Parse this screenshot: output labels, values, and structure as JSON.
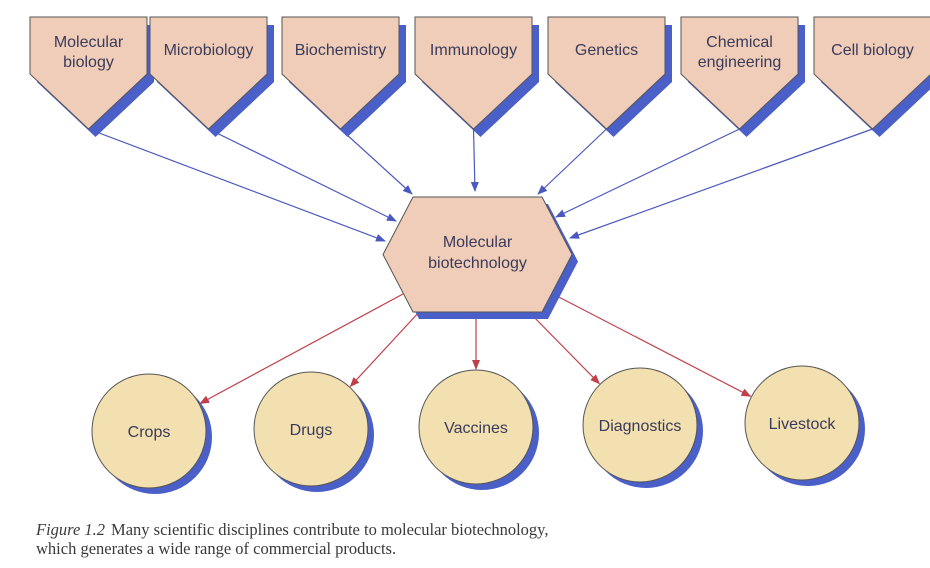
{
  "disciplines": [
    {
      "lines": [
        "Molecular",
        "biology"
      ]
    },
    {
      "lines": [
        "Microbiology"
      ]
    },
    {
      "lines": [
        "Biochemistry"
      ]
    },
    {
      "lines": [
        "Immunology"
      ]
    },
    {
      "lines": [
        "Genetics"
      ]
    },
    {
      "lines": [
        "Chemical",
        "engineering"
      ]
    },
    {
      "lines": [
        "Cell biology"
      ]
    }
  ],
  "center": {
    "lines": [
      "Molecular",
      "biotechnology"
    ]
  },
  "products": [
    {
      "label": "Crops"
    },
    {
      "label": "Drugs"
    },
    {
      "label": "Vaccines"
    },
    {
      "label": "Diagnostics"
    },
    {
      "label": "Livestock"
    }
  ],
  "caption": {
    "label": "Figure 1.2",
    "text_line1": "Many scientific disciplines contribute to molecular biotechnology,",
    "text_line2": "which generates a wide range of commercial products."
  },
  "colors": {
    "shape_fill": "#f0cdb8",
    "circle_fill": "#f3e0b0",
    "shadow": "#4a5fc8",
    "stroke": "#555555",
    "input_arrow": "#4a58c0",
    "output_arrow": "#c0404a",
    "text": "#3a3a5a"
  }
}
